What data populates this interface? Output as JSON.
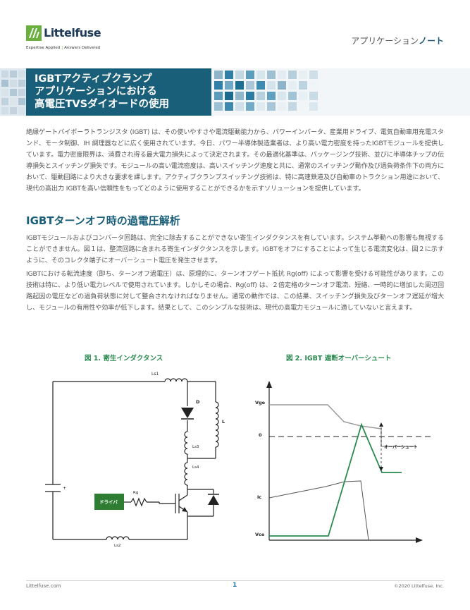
{
  "header": {
    "brand": "Littelfuse",
    "tagline_left": "Expertise Applied",
    "tagline_sep": "|",
    "tagline_right": "Answers Delivered",
    "app_note_prefix": "アプリケーション",
    "app_note_suffix": "ノート"
  },
  "title": {
    "line1": "IGBTアクティブクランプ",
    "line2": "アプリケーションにおける",
    "line3": "高電圧TVSダイオードの使用"
  },
  "intro": "絶縁ゲートバイポーラトランジスタ (IGBT) は、その使いやすさや電流駆動能力から、パワーインバータ、産業用ドライブ、電気自動車用充電スタンド、モータ制御、IH 調理器などに広く使用されています。今日、パワー半導体製造業者は、より高い電力密度を持ったIGBTモジュールを提供しています。電力密度限界は、消費され得る最大電力損失によって決定されます。その最適化基準は、パッケージング技術、並びに半導体チップの伝導損失とスイッチング損失です。モジュールの高い電流密度は、高いスイッチング速度と共に、通常のスイッチング動作及び過負荷条件下の両方において、駆動回路により大きな要求を課します。アクティブクランプスイッチング技術は、特に高速鉄道及び自動車のトラクション用途において、現代の高出力 IGBTを高い信頼性をもってどのように使用することができるかを示すソリューションを提供しています。",
  "section": {
    "heading": "IGBTターンオフ時の過電圧解析",
    "p1": "IGBTモジュールおよびコンバータ回路は、完全に除去することができない寄生インダクタンスを有しています。システム挙動への影響も無視することができません。図１は、整流回路に含まれる寄生インダクタンスを示します。IGBTをオフにすることによって生じる電流変化は、図２に示すように、そのコレクタ端子にオーバーシュート電圧を発生させます。",
    "p2": "IGBTにおける転流速度（即ち、ターンオフ過電圧）は、原理的に、ターンオフゲート抵抗 Rg(off) によって影響を受ける可能性があります。この技術は特に、より低い電力レベルで使用されています。しかしその場合、Rg(off) は、２倍定格のターンオフ電流、短絡、一時的に増加した周辺回路起因の電圧などの過負荷状態に対して整合されなければなりません。通常の動作では、この結果、スイッチング損失及びターンオフ遅延が増大し、モジュールの有用性や効率が低下します。結果として、このシンプルな技術は、現代の高電力モジュールに適していないと言えます。"
  },
  "fig1": {
    "title": "図 1. 寄生インダクタンス",
    "labels": {
      "ls1": "Ls1",
      "d": "D",
      "l": "L",
      "ls3": "Ls3",
      "ls4": "Ls4",
      "rg": "Rg",
      "driver": "ドライバ",
      "ls2": "Ls2",
      "plus": "+"
    }
  },
  "fig2": {
    "title": "図 2. IGBT 遮断オーバーシュート",
    "labels": {
      "vge": "Vge",
      "zero": "0",
      "ic": "Ic",
      "vce": "Vce",
      "overshoot": "オーバーシュート"
    }
  },
  "footer": {
    "left": "Littelfuse.com",
    "page": "1",
    "right": "©2020 Littelfuse, Inc."
  },
  "colors": {
    "brand_blue": "#1a5f7a",
    "accent_green": "#2a8a50",
    "logo_green": "#6ab03e"
  }
}
